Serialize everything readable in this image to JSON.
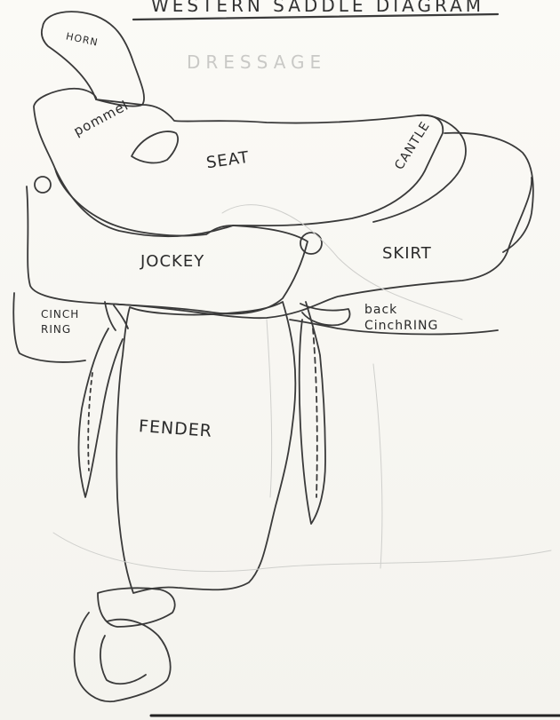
{
  "diagram": {
    "title": "WESTERN SADDLE DIAGRAM",
    "ghost_text": "DRESSAGE",
    "labels": {
      "horn": "HORN",
      "pommel": "pommel",
      "seat": "SEAT",
      "cantle": "CANTLE",
      "jockey": "JOCKEY",
      "skirt": "SKIRT",
      "cinch_ring_line1": "CINCH",
      "cinch_ring_line2": "RING",
      "back_cinch_line1": "back",
      "back_cinch_line2": "CinchRING",
      "fender": "FENDER"
    },
    "stroke_color": "#3a3a3a",
    "paper_color": "#f7f6f2"
  }
}
